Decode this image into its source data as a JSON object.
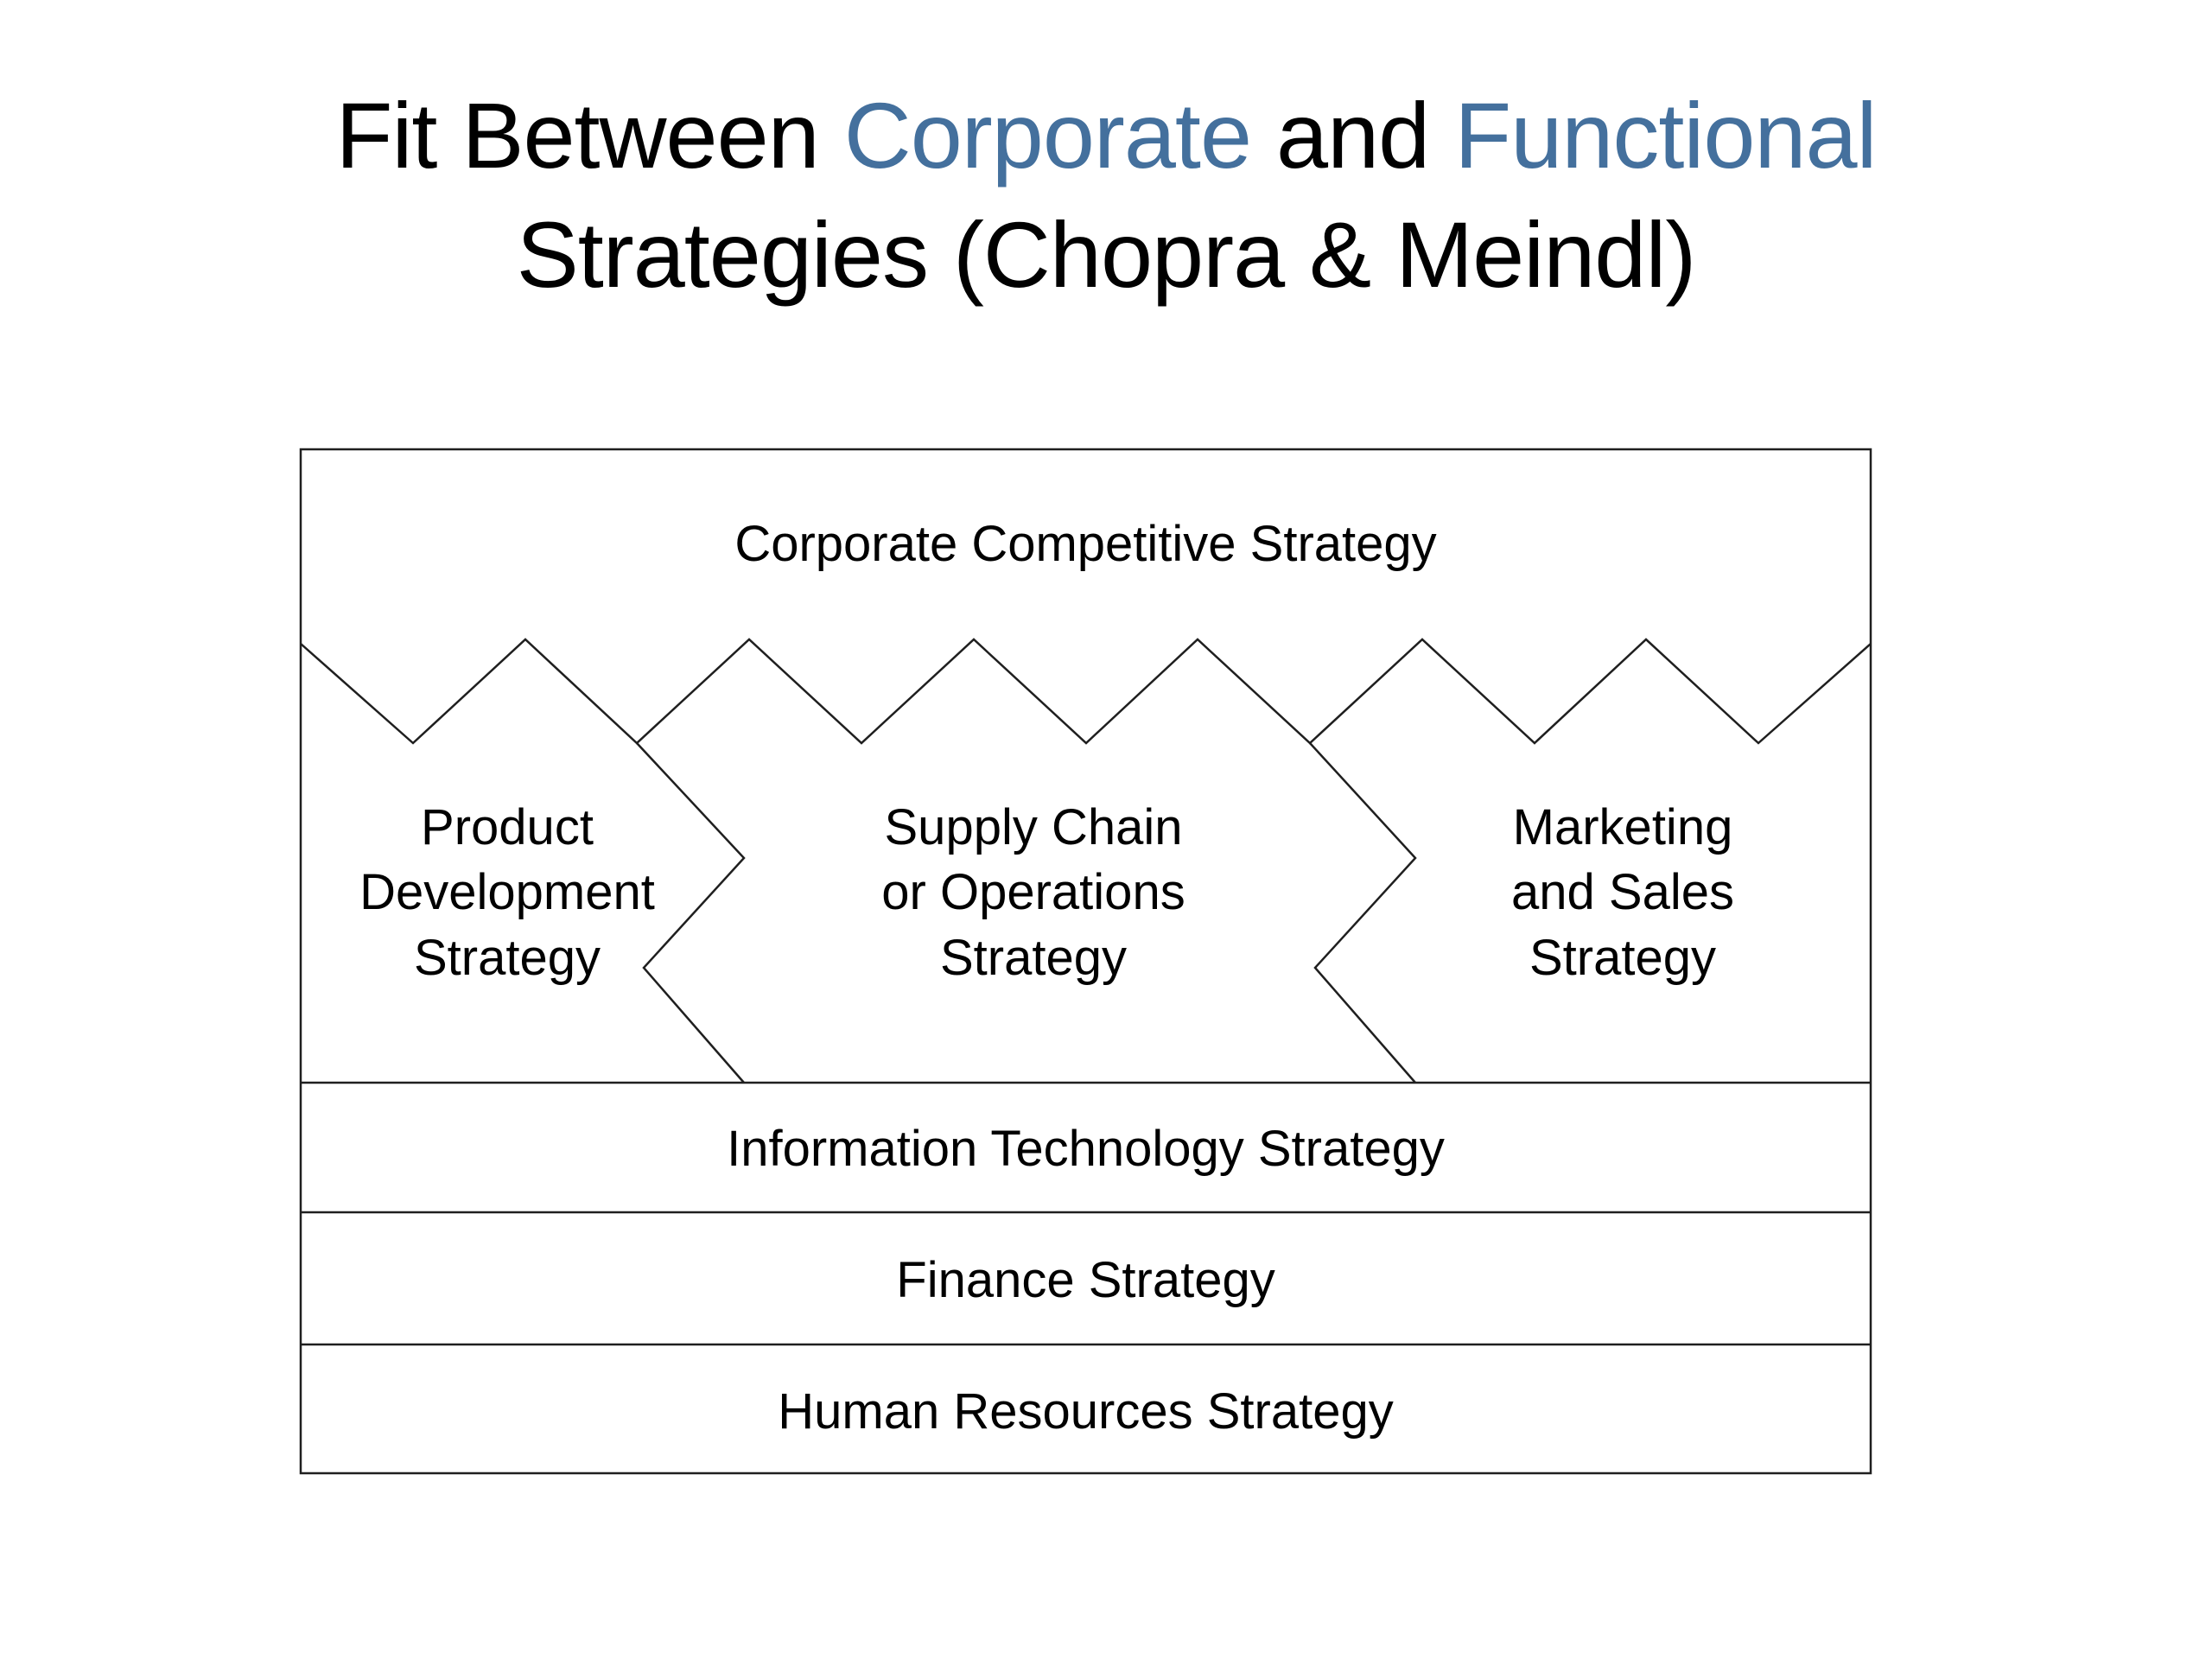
{
  "colors": {
    "accent": "#44709d",
    "line": "#1f1f1f",
    "background": "#ffffff",
    "text": "#000000"
  },
  "title": {
    "part1": "Fit Between ",
    "part2": "Corporate",
    "part3": " and ",
    "part4": "Functional",
    "part5": "Strategies (Chopra & Meindl)"
  },
  "diagram": {
    "corporate_label": "Corporate Competitive Strategy",
    "functional_pieces": {
      "product": "Product\nDevelopment\nStrategy",
      "supply": "Supply Chain\nor Operations\nStrategy",
      "marketing": "Marketing\nand Sales\nStrategy"
    },
    "bands": {
      "it": "Information Technology Strategy",
      "finance": "Finance Strategy",
      "hr": "Human Resources Strategy"
    }
  }
}
